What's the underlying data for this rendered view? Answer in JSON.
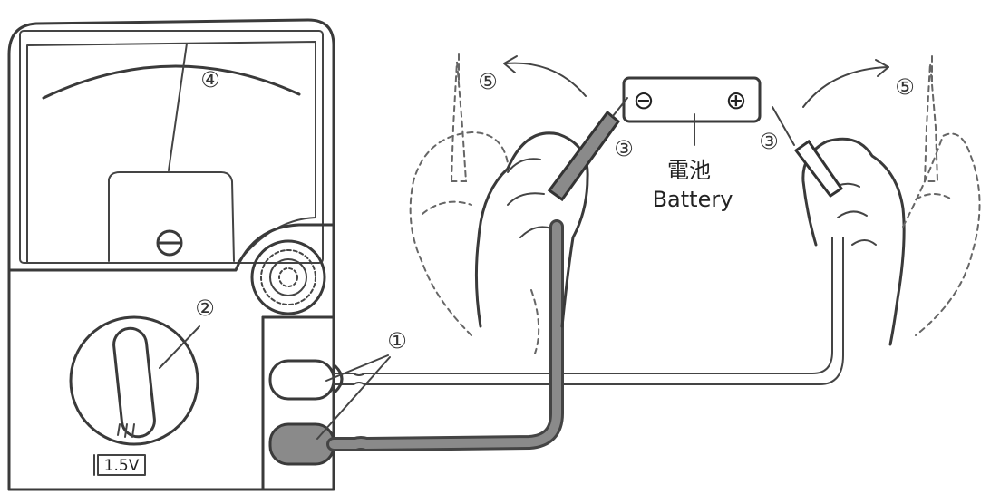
{
  "labels": {
    "lead_pins": "①",
    "range_switch": "②",
    "probe_tips": "③",
    "needle": "④",
    "swing": "⑤"
  },
  "battery": {
    "label_jp": "電池",
    "label_en": "Battery",
    "minus": "⊖",
    "plus": "⊕"
  },
  "dial": {
    "range_label": "1.5V"
  },
  "colors": {
    "outline": "#3a3a3a",
    "black_lead": "#555555",
    "black_lead_fill": "#8a8a8a"
  }
}
